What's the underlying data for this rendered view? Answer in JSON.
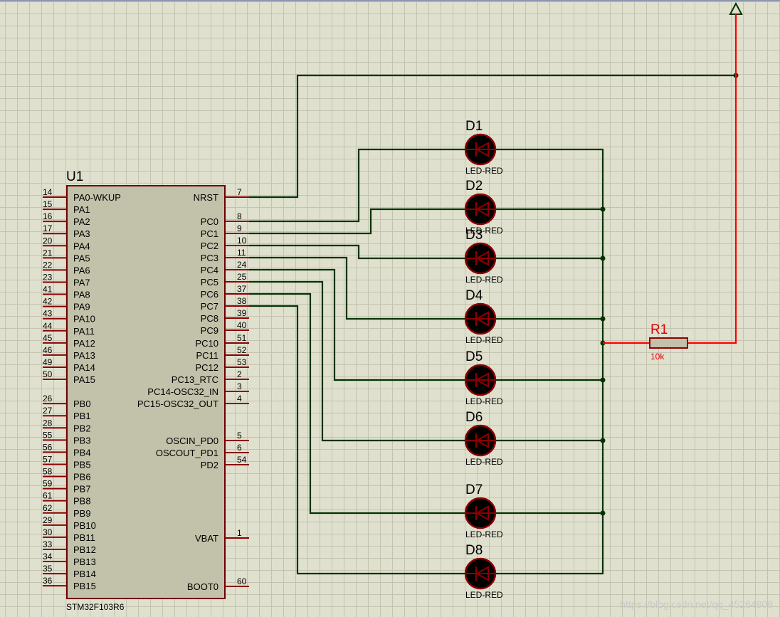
{
  "mcu": {
    "ref": "U1",
    "part": "STM32F103R6",
    "left_pins": [
      {
        "num": "14",
        "name": "PA0-WKUP"
      },
      {
        "num": "15",
        "name": "PA1"
      },
      {
        "num": "16",
        "name": "PA2"
      },
      {
        "num": "17",
        "name": "PA3"
      },
      {
        "num": "20",
        "name": "PA4"
      },
      {
        "num": "21",
        "name": "PA5"
      },
      {
        "num": "22",
        "name": "PA6"
      },
      {
        "num": "23",
        "name": "PA7"
      },
      {
        "num": "41",
        "name": "PA8"
      },
      {
        "num": "42",
        "name": "PA9"
      },
      {
        "num": "43",
        "name": "PA10"
      },
      {
        "num": "44",
        "name": "PA11"
      },
      {
        "num": "45",
        "name": "PA12"
      },
      {
        "num": "46",
        "name": "PA13"
      },
      {
        "num": "49",
        "name": "PA14"
      },
      {
        "num": "50",
        "name": "PA15"
      },
      {
        "num": "26",
        "name": "PB0"
      },
      {
        "num": "27",
        "name": "PB1"
      },
      {
        "num": "28",
        "name": "PB2"
      },
      {
        "num": "55",
        "name": "PB3"
      },
      {
        "num": "56",
        "name": "PB4"
      },
      {
        "num": "57",
        "name": "PB5"
      },
      {
        "num": "58",
        "name": "PB6"
      },
      {
        "num": "59",
        "name": "PB7"
      },
      {
        "num": "61",
        "name": "PB8"
      },
      {
        "num": "62",
        "name": "PB9"
      },
      {
        "num": "29",
        "name": "PB10"
      },
      {
        "num": "30",
        "name": "PB11"
      },
      {
        "num": "33",
        "name": "PB12"
      },
      {
        "num": "34",
        "name": "PB13"
      },
      {
        "num": "35",
        "name": "PB14"
      },
      {
        "num": "36",
        "name": "PB15"
      }
    ],
    "right_pins": [
      {
        "num": "7",
        "name": "NRST"
      },
      {
        "num": "8",
        "name": "PC0"
      },
      {
        "num": "9",
        "name": "PC1"
      },
      {
        "num": "10",
        "name": "PC2"
      },
      {
        "num": "11",
        "name": "PC3"
      },
      {
        "num": "24",
        "name": "PC4"
      },
      {
        "num": "25",
        "name": "PC5"
      },
      {
        "num": "37",
        "name": "PC6"
      },
      {
        "num": "38",
        "name": "PC7"
      },
      {
        "num": "39",
        "name": "PC8"
      },
      {
        "num": "40",
        "name": "PC9"
      },
      {
        "num": "51",
        "name": "PC10"
      },
      {
        "num": "52",
        "name": "PC11"
      },
      {
        "num": "53",
        "name": "PC12"
      },
      {
        "num": "2",
        "name": "PC13_RTC"
      },
      {
        "num": "3",
        "name": "PC14-OSC32_IN"
      },
      {
        "num": "4",
        "name": "PC15-OSC32_OUT"
      },
      {
        "num": "5",
        "name": "OSCIN_PD0"
      },
      {
        "num": "6",
        "name": "OSCOUT_PD1"
      },
      {
        "num": "54",
        "name": "PD2"
      },
      {
        "num": "1",
        "name": "VBAT"
      },
      {
        "num": "60",
        "name": "BOOT0"
      }
    ]
  },
  "leds": [
    {
      "ref": "D1",
      "value": "LED-RED"
    },
    {
      "ref": "D2",
      "value": "LED-RED"
    },
    {
      "ref": "D3",
      "value": "LED-RED"
    },
    {
      "ref": "D4",
      "value": "LED-RED"
    },
    {
      "ref": "D5",
      "value": "LED-RED"
    },
    {
      "ref": "D6",
      "value": "LED-RED"
    },
    {
      "ref": "D7",
      "value": "LED-RED"
    },
    {
      "ref": "D8",
      "value": "LED-RED"
    }
  ],
  "resistor": {
    "ref": "R1",
    "value": "10k"
  },
  "watermark": "https://blog.csdn.net/qq_45264808",
  "colors": {
    "background": "#e0e0cf",
    "wire": "#003300",
    "active_wire": "#ff0000",
    "pin": "#8b0000",
    "chip_body": "#c2c2aa",
    "led_body": "#8b0000"
  }
}
